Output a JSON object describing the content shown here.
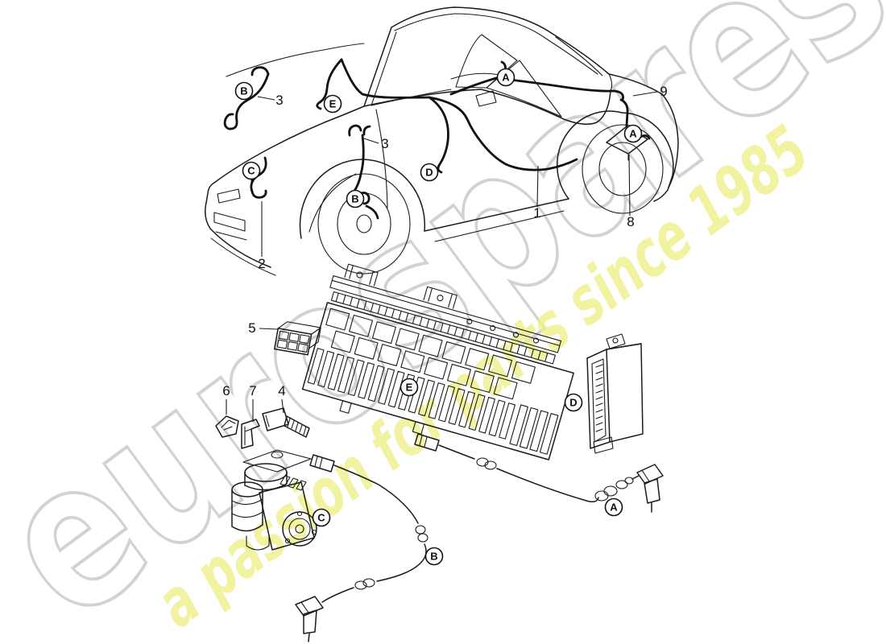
{
  "watermark": {
    "brand": "eurospares",
    "tagline": "a passion for parts since 1985",
    "brand_outline_color": "#d2d2d2",
    "tagline_color": "#eef08a"
  },
  "part_numbers": {
    "p1": "1",
    "p2": "2",
    "p3_front": "3",
    "p3_front_wheel": "3",
    "p4": "4",
    "p5": "5",
    "p6": "6",
    "p7": "7",
    "p8": "8",
    "p9": "9"
  },
  "ref_markers": {
    "b_front_harness": "B",
    "e_cowl": "E",
    "a_quarter_window": "A",
    "d_door": "D",
    "c_front_bumper": "C",
    "b_front_wheel": "B",
    "a_rear_flap": "A",
    "e_fuse_panel": "E",
    "d_control_unit": "D",
    "c_hydraulic_unit": "C",
    "a_front_sensor": "A",
    "b_rear_sensor": "B"
  }
}
